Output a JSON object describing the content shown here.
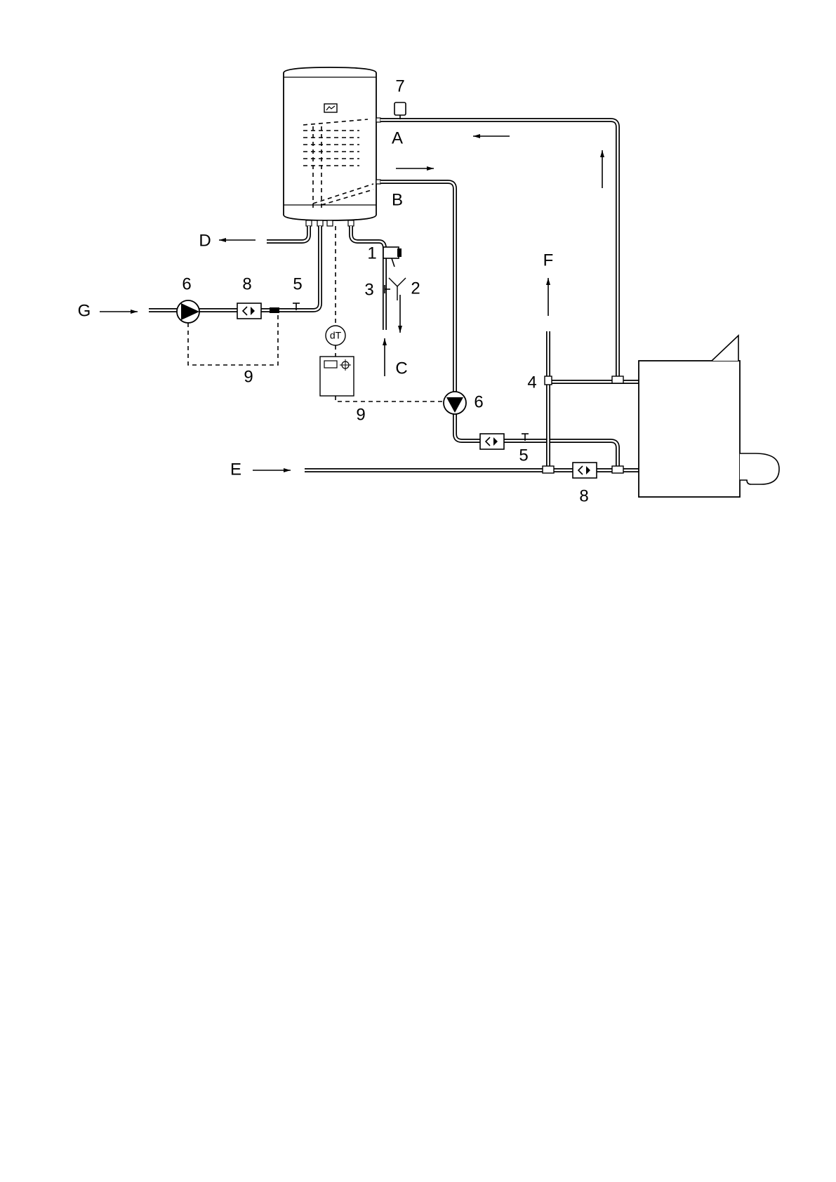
{
  "labels": {
    "A": "A",
    "B": "B",
    "C": "C",
    "D": "D",
    "E": "E",
    "F": "F",
    "G": "G",
    "n1": "1",
    "n2": "2",
    "n3": "3",
    "n4": "4",
    "n5_left": "5",
    "n5_right": "5",
    "n6_left": "6",
    "n6_right": "6",
    "n7": "7",
    "n8_left": "8",
    "n8_right": "8",
    "n9_left": "9",
    "n9_mid": "9",
    "dT": "dT"
  }
}
